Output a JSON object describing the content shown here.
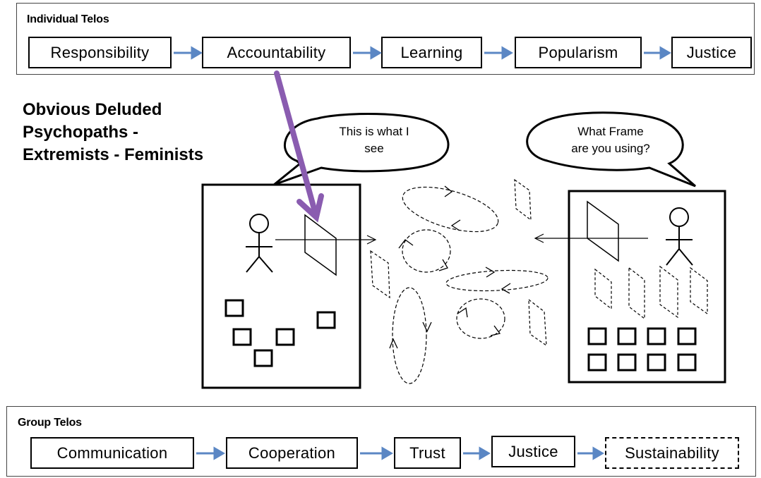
{
  "individual": {
    "title": "Individual Telos",
    "steps": [
      "Responsibility",
      "Accountability",
      "Learning",
      "Popularism",
      "Justice"
    ]
  },
  "group": {
    "title": "Group Telos",
    "steps": [
      "Communication",
      "Cooperation",
      "Trust",
      "Justice",
      "Sustainability"
    ]
  },
  "heading": {
    "line1": "Obvious Deluded",
    "line2": "Psychopaths -",
    "line3": "Extremists - Feminists"
  },
  "bubbles": {
    "left": {
      "line1": "This is what I",
      "line2": "see"
    },
    "right": {
      "line1": "What Frame",
      "line2": "are you using?"
    }
  },
  "colors": {
    "flow_arrow": "#5b87c4",
    "purple_arrow": "#8a5cb0",
    "frame_border": "#444444"
  }
}
